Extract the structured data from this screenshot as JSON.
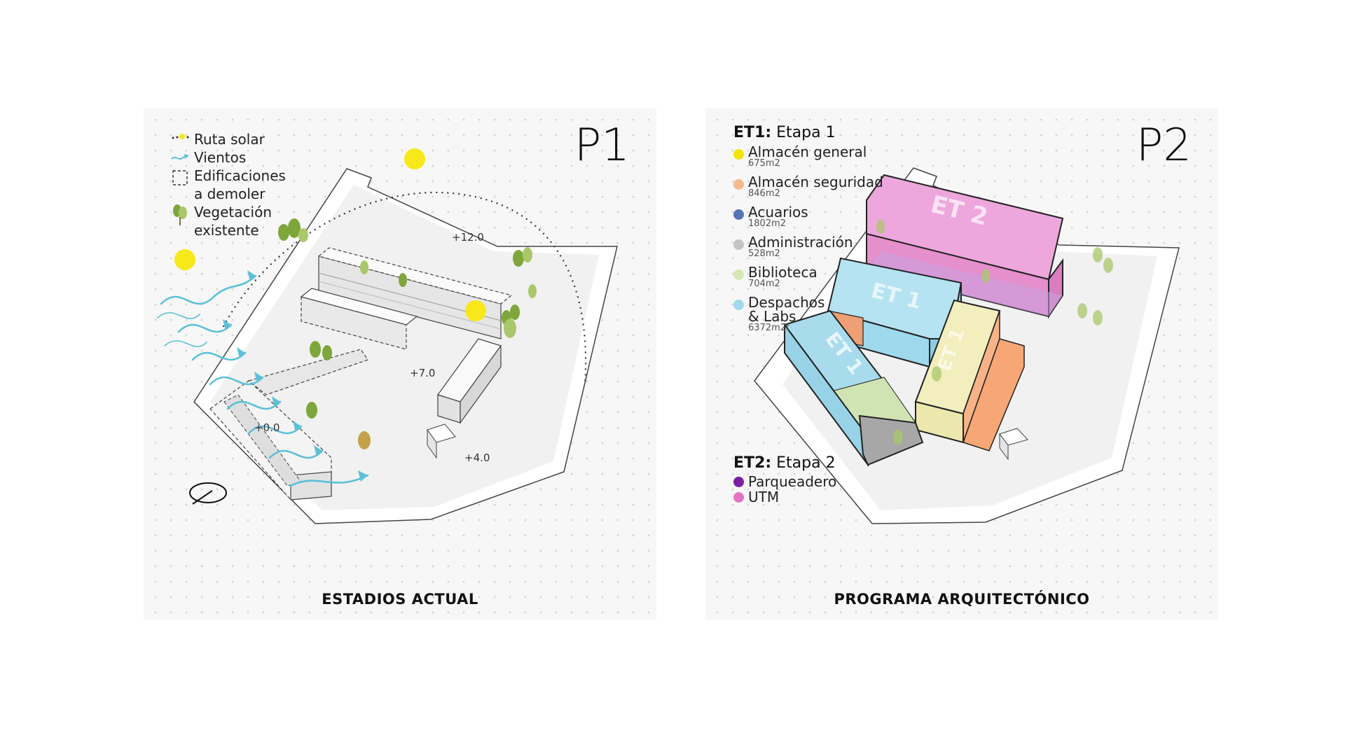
{
  "p1": {
    "label": "P1",
    "caption": "ESTADIOS ACTUAL",
    "legend": [
      {
        "icon": "sun-path-icon",
        "lines": [
          "Ruta solar"
        ]
      },
      {
        "icon": "wind-icon",
        "lines": [
          "Vientos"
        ]
      },
      {
        "icon": "demolish-box-icon",
        "lines": [
          "Edificaciones",
          "a demoler"
        ]
      },
      {
        "icon": "tree-icon",
        "lines": [
          "Vegetación",
          "existente"
        ]
      }
    ],
    "levels": [
      "+12.0",
      "+7.0",
      "+0.0",
      "+4.0"
    ]
  },
  "p2": {
    "label": "P2",
    "caption": "PROGRAMA ARQUITECTÓNICO",
    "stage1": {
      "code": "ET1:",
      "name": "Etapa 1"
    },
    "stage1_items": [
      {
        "label": "Almacén general",
        "area": "675m2",
        "color": "#f5e400"
      },
      {
        "label": "Almacén seguridad",
        "area": "846m2",
        "color": "#f6b98c"
      },
      {
        "label": "Acuarios",
        "area": "1802m2",
        "color": "#5574b8"
      },
      {
        "label": "Administración",
        "area": "528m2",
        "color": "#c4c4c4"
      },
      {
        "label": "Biblioteca",
        "area": "704m2",
        "color": "#d3e8b4"
      },
      {
        "label": "Despachos",
        "label2": "& Labs.",
        "area": "6372m2t",
        "color": "#9fd9ec"
      }
    ],
    "stage2": {
      "code": "ET2:",
      "name": "Etapa 2"
    },
    "stage2_items": [
      {
        "label": "Parqueadero",
        "color": "#7b1fa2"
      },
      {
        "label": "UTM",
        "color": "#e573c5"
      }
    ],
    "block_labels": [
      "ET 2",
      "ET 1",
      "ET 1",
      "ET 1"
    ]
  },
  "colors": {
    "sun": "#f7e81a",
    "wind": "#5bc0d8",
    "tree": "#7ea63a"
  }
}
